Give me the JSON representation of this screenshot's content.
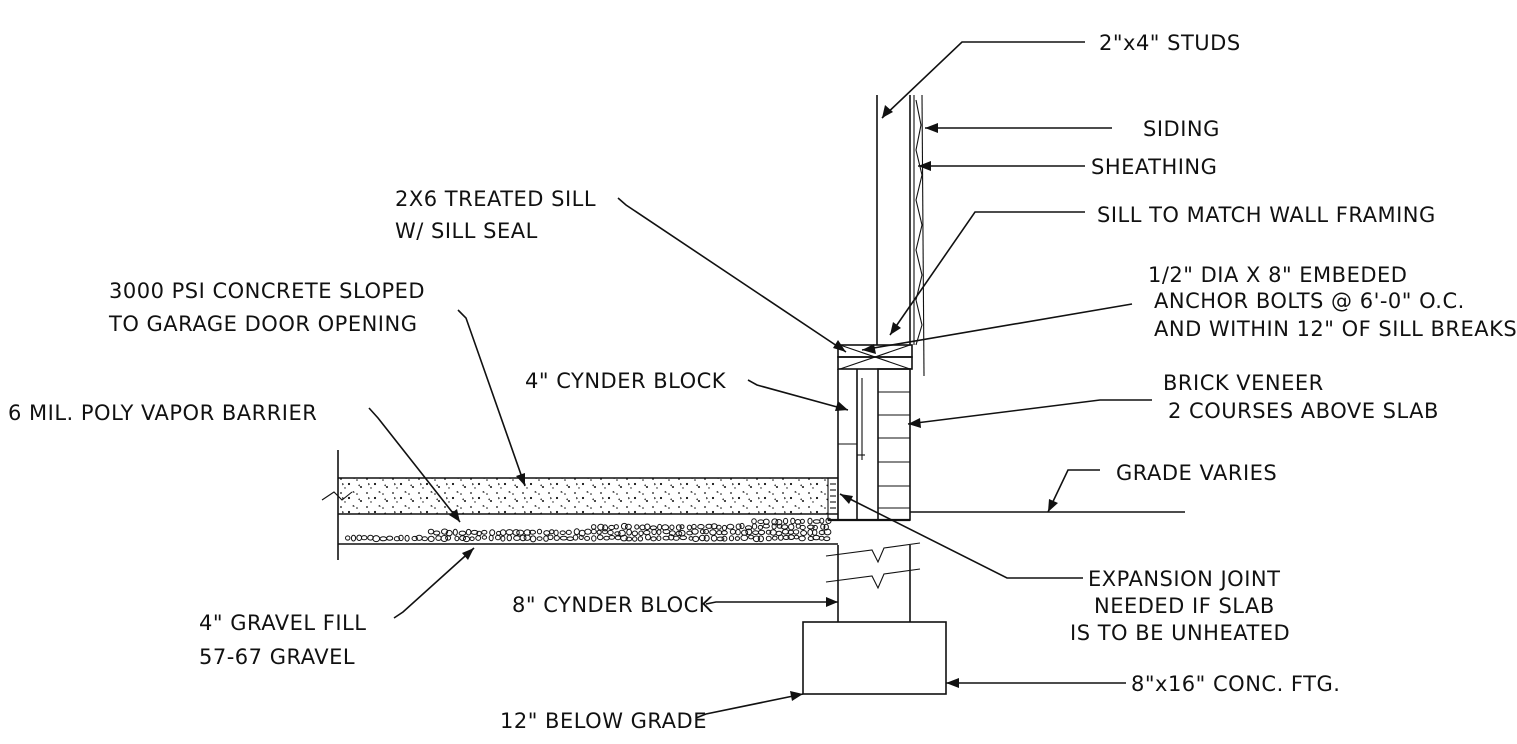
{
  "labels": {
    "studs": "2\"x4\" STUDS",
    "siding": "SIDING",
    "sheathing": "SHEATHING",
    "treated_sill_1": "2X6 TREATED SILL",
    "treated_sill_2": "W/ SILL SEAL",
    "sill_match": "SILL TO MATCH WALL FRAMING",
    "anchor_1": "1/2\" DIA X 8\" EMBEDED",
    "anchor_2": "ANCHOR BOLTS @ 6'-0\" O.C.",
    "anchor_3": "AND WITHIN 12\" OF SILL BREAKS",
    "concrete_1": "3000 PSI CONCRETE SLOPED",
    "concrete_2": "TO GARAGE DOOR OPENING",
    "cynder4": "4\" CYNDER BLOCK",
    "brick_1": "BRICK VENEER",
    "brick_2": "2 COURSES ABOVE SLAB",
    "vapor": "6 MIL. POLY VAPOR BARRIER",
    "grade": "GRADE VARIES",
    "expansion_1": "EXPANSION JOINT",
    "expansion_2": "NEEDED IF SLAB",
    "expansion_3": "IS TO BE UNHEATED",
    "gravel_1": "4\" GRAVEL FILL",
    "gravel_2": "57-67 GRAVEL",
    "cynder8": "8\" CYNDER BLOCK",
    "footing": "8\"x16\" CONC. FTG.",
    "below_grade": "12\" BELOW GRADE"
  },
  "colors": {
    "ink": "#111111",
    "paper": "#ffffff"
  }
}
